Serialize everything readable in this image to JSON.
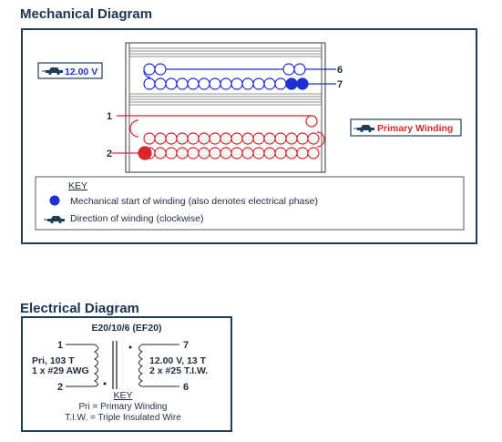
{
  "mechanical": {
    "title": "Mechanical Diagram",
    "secondary_label": "12.00 V",
    "primary_label": "Primary Winding",
    "pins": {
      "six": "6",
      "seven": "7",
      "one": "1",
      "two": "2"
    },
    "key": {
      "heading": "KEY",
      "start_text": "Mechanical start of winding (also denotes electrical phase)",
      "direction_text": "Direction of winding (clockwise)"
    }
  },
  "electrical": {
    "title": "Electrical Diagram",
    "core": "E20/10/6 (EF20)",
    "pins": {
      "one": "1",
      "two": "2",
      "seven": "7",
      "six": "6"
    },
    "primary": {
      "line1": "Pri, 103 T",
      "line2": "1 x #29 AWG"
    },
    "secondary": {
      "line1": "12.00 V, 13 T",
      "line2": "2 x #25 T.I.W."
    },
    "key": {
      "heading": "KEY",
      "line1": "Pri = Primary Winding",
      "line2": "T.I.W. = Triple Insulated Wire"
    }
  },
  "colors": {
    "secondary": "#1f2fd6",
    "primary": "#d8262b",
    "frame": "#1e3f5a",
    "title": "#1b3350"
  },
  "icons": {
    "direction": "car-arrow-icon"
  }
}
